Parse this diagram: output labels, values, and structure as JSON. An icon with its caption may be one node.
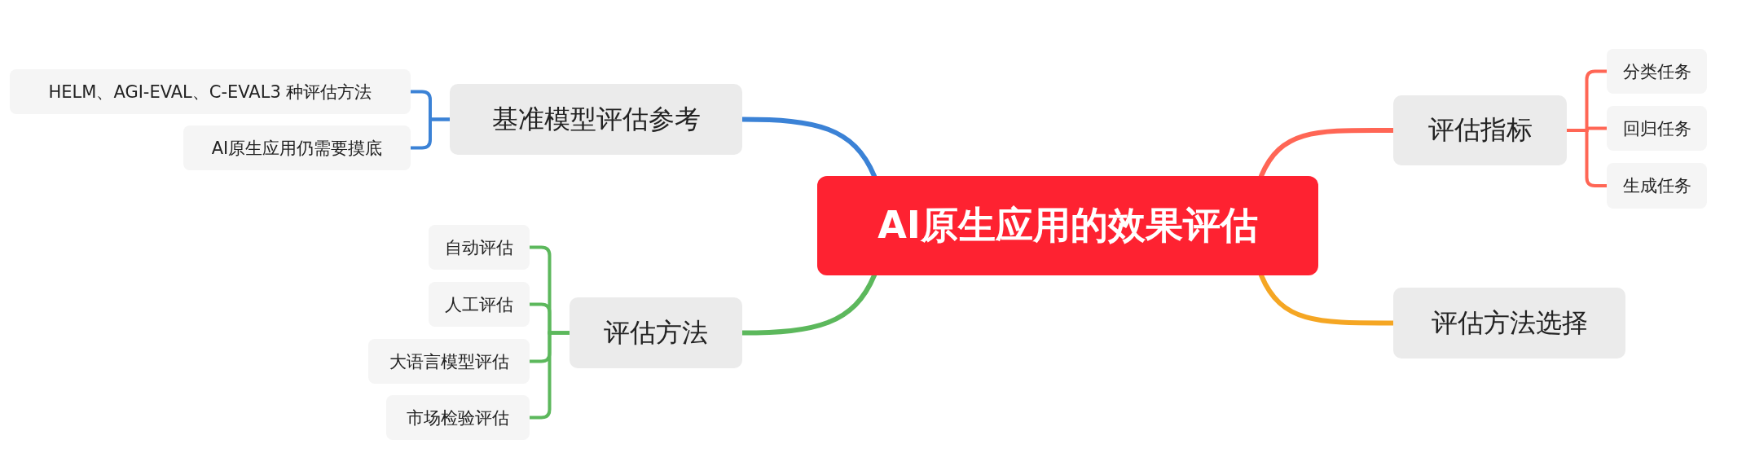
{
  "diagram": {
    "nodes": [
      {
        "text": [
          "AI原生应用的效果评估"
        ]
      },
      {
        "text": [
          "基准模型评估参考"
        ]
      },
      {
        "text": [
          "HELM、AGI-EVAL、C-EVAL3 种评估方法"
        ]
      },
      {
        "text": [
          "AI原生应用仍需要摸底"
        ]
      },
      {
        "text": [
          "评估方法"
        ]
      },
      {
        "text": [
          "自动评估"
        ]
      },
      {
        "text": [
          "人工评估"
        ]
      },
      {
        "text": [
          "大语言模型评估"
        ]
      },
      {
        "text": [
          "市场检验评估"
        ]
      },
      {
        "text": [
          "评估指标"
        ]
      },
      {
        "text": [
          "分类任务"
        ]
      },
      {
        "text": [
          "回归任务"
        ]
      },
      {
        "text": [
          "生成任务"
        ]
      },
      {
        "text": [
          "评估方法选择"
        ]
      }
    ],
    "edges": [
      {
        "from": 0,
        "to": 1,
        "arrow": "none",
        "color": "#3b82d6"
      },
      {
        "from": 1,
        "to": 2,
        "arrow": "none",
        "color": "#3b82d6"
      },
      {
        "from": 1,
        "to": 3,
        "arrow": "none",
        "color": "#3b82d6"
      },
      {
        "from": 0,
        "to": 4,
        "arrow": "none",
        "color": "#5cb85c"
      },
      {
        "from": 4,
        "to": 5,
        "arrow": "none",
        "color": "#5cb85c"
      },
      {
        "from": 4,
        "to": 6,
        "arrow": "none",
        "color": "#5cb85c"
      },
      {
        "from": 4,
        "to": 7,
        "arrow": "none",
        "color": "#5cb85c"
      },
      {
        "from": 4,
        "to": 8,
        "arrow": "none",
        "color": "#5cb85c"
      },
      {
        "from": 0,
        "to": 9,
        "arrow": "none",
        "color": "#ff6655"
      },
      {
        "from": 9,
        "to": 10,
        "arrow": "none",
        "color": "#ff6655"
      },
      {
        "from": 9,
        "to": 11,
        "arrow": "none",
        "color": "#ff6655"
      },
      {
        "from": 9,
        "to": 12,
        "arrow": "none",
        "color": "#ff6655"
      },
      {
        "from": 0,
        "to": 13,
        "arrow": "none",
        "color": "#f5a623"
      }
    ]
  }
}
